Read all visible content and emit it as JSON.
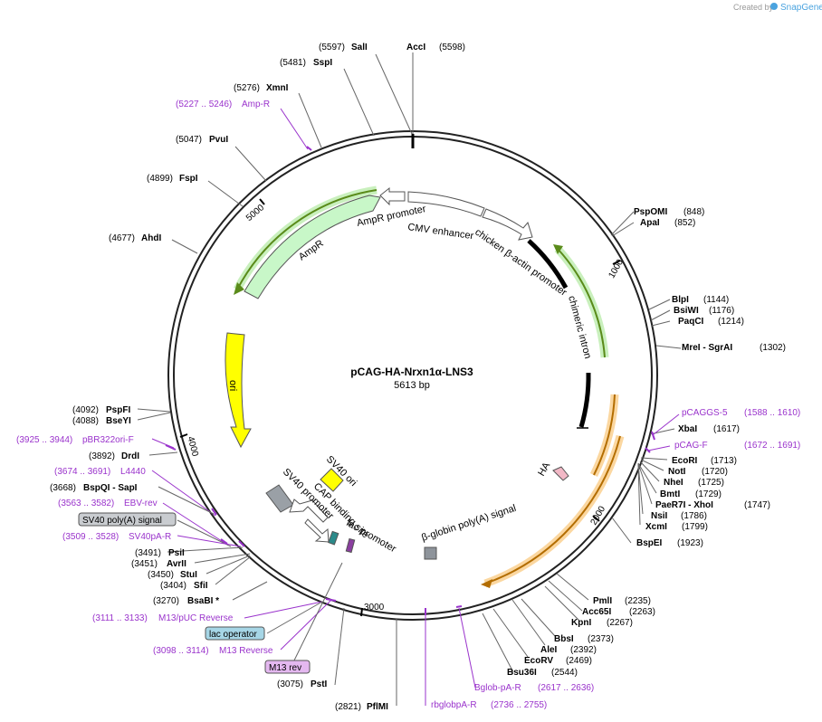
{
  "watermark": {
    "prefix": "Created by",
    "brand": "SnapGene"
  },
  "plasmid": {
    "name": "pCAG-HA-Nrxn1α-LNS3",
    "length": "5613 bp"
  },
  "ticks": [
    "1000",
    "2000",
    "3000",
    "4000",
    "5000"
  ],
  "features": {
    "amp_promoter": "AmpR promoter",
    "cmv": "CMV enhancer",
    "chicken": "chicken β-actin promoter",
    "intron": "chimeric intron",
    "ampr": "AmpR",
    "ori": "ori",
    "ha": "HA",
    "sv40_ori": "SV40 ori",
    "sv40_prom": "SV40 promoter",
    "cap": "CAP binding site",
    "lac_prom": "lac promoter",
    "bglobin": "β-globin poly(A) signal"
  },
  "right_sites": [
    {
      "name": "PspOMI",
      "pos": "(848)",
      "color": "#000000"
    },
    {
      "name": "ApaI",
      "pos": "(852)",
      "color": "#000000"
    },
    {
      "name": "BlpI",
      "pos": "(1144)",
      "color": "#000000"
    },
    {
      "name": "BsiWI",
      "pos": "(1176)",
      "color": "#000000"
    },
    {
      "name": "PaqCI",
      "pos": "(1214)",
      "color": "#000000"
    },
    {
      "name": "MreI  -  SgrAI",
      "pos": "(1302)",
      "color": "#000000"
    },
    {
      "name": "pCAGGS-5",
      "pos": "(1588 .. 1610)",
      "color": "#9a33cc"
    },
    {
      "name": "XbaI",
      "pos": "(1617)",
      "color": "#000000"
    },
    {
      "name": "pCAG-F",
      "pos": "(1672 .. 1691)",
      "color": "#9a33cc"
    },
    {
      "name": "EcoRI",
      "pos": "(1713)",
      "color": "#000000"
    },
    {
      "name": "NotI",
      "pos": "(1720)",
      "color": "#000000"
    },
    {
      "name": "NheI",
      "pos": "(1725)",
      "color": "#000000"
    },
    {
      "name": "BmtI",
      "pos": "(1729)",
      "color": "#000000"
    },
    {
      "name": "PaeR7I  -  XhoI",
      "pos": "(1747)",
      "color": "#000000"
    },
    {
      "name": "NsiI",
      "pos": "(1786)",
      "color": "#000000"
    },
    {
      "name": "XcmI",
      "pos": "(1799)",
      "color": "#000000"
    },
    {
      "name": "BspEI",
      "pos": "(1923)",
      "color": "#000000"
    },
    {
      "name": "PmlI",
      "pos": "(2235)",
      "color": "#000000"
    },
    {
      "name": "Acc65I",
      "pos": "(2263)",
      "color": "#000000"
    },
    {
      "name": "KpnI",
      "pos": "(2267)",
      "color": "#000000"
    },
    {
      "name": "BbsI",
      "pos": "(2373)",
      "color": "#000000"
    },
    {
      "name": "AleI",
      "pos": "(2392)",
      "color": "#000000"
    },
    {
      "name": "EcoRV",
      "pos": "(2469)",
      "color": "#000000"
    },
    {
      "name": "Bsu36I",
      "pos": "(2544)",
      "color": "#000000"
    },
    {
      "name": "Bglob-pA-R",
      "pos": "(2617 .. 2636)",
      "color": "#9a33cc"
    },
    {
      "name": "rbglobpA-R",
      "pos": "(2736 .. 2755)",
      "color": "#9a33cc"
    }
  ],
  "left_sites": [
    {
      "name": "SalI",
      "pos": "(5597)",
      "color": "#000000"
    },
    {
      "name": "AccI",
      "pos": "(5598)",
      "color": "#000000"
    },
    {
      "name": "SspI",
      "pos": "(5481)",
      "color": "#000000"
    },
    {
      "name": "XmnI",
      "pos": "(5276)",
      "color": "#000000"
    },
    {
      "name": "Amp-R",
      "pos": "(5227 .. 5246)",
      "color": "#9a33cc"
    },
    {
      "name": "PvuI",
      "pos": "(5047)",
      "color": "#000000"
    },
    {
      "name": "FspI",
      "pos": "(4899)",
      "color": "#000000"
    },
    {
      "name": "AhdI",
      "pos": "(4677)",
      "color": "#000000"
    },
    {
      "name": "PspFI",
      "pos": "(4092)",
      "color": "#000000"
    },
    {
      "name": "BseYI",
      "pos": "(4088)",
      "color": "#000000"
    },
    {
      "name": "pBR322ori-F",
      "pos": "(3925 .. 3944)",
      "color": "#9a33cc"
    },
    {
      "name": "DrdI",
      "pos": "(3892)",
      "color": "#000000"
    },
    {
      "name": "L4440",
      "pos": "(3674 .. 3691)",
      "color": "#9a33cc"
    },
    {
      "name": "BspQI  -  SapI",
      "pos": "(3668)",
      "color": "#000000"
    },
    {
      "name": "EBV-rev",
      "pos": "(3563 .. 3582)",
      "color": "#9a33cc"
    },
    {
      "name": "SV40pA-R",
      "pos": "(3509 .. 3528)",
      "color": "#9a33cc"
    },
    {
      "name": "PsiI",
      "pos": "(3491)",
      "color": "#000000"
    },
    {
      "name": "AvrII",
      "pos": "(3451)",
      "color": "#000000"
    },
    {
      "name": "StuI",
      "pos": "(3450)",
      "color": "#000000"
    },
    {
      "name": "SfiI",
      "pos": "(3404)",
      "color": "#000000"
    },
    {
      "name": "BsaBI *",
      "pos": "(3270)",
      "color": "#000000"
    },
    {
      "name": "M13/pUC Reverse",
      "pos": "(3111 .. 3133)",
      "color": "#9a33cc"
    },
    {
      "name": "M13 Reverse",
      "pos": "(3098 .. 3114)",
      "color": "#9a33cc"
    },
    {
      "name": "PstI",
      "pos": "(3075)",
      "color": "#000000"
    },
    {
      "name": "PflMI",
      "pos": "(2821)",
      "color": "#000000"
    }
  ],
  "boxed": {
    "sv40_polya": "SV40 poly(A) signal",
    "lac_operator": "lac operator",
    "m13_rev": "M13 rev"
  }
}
